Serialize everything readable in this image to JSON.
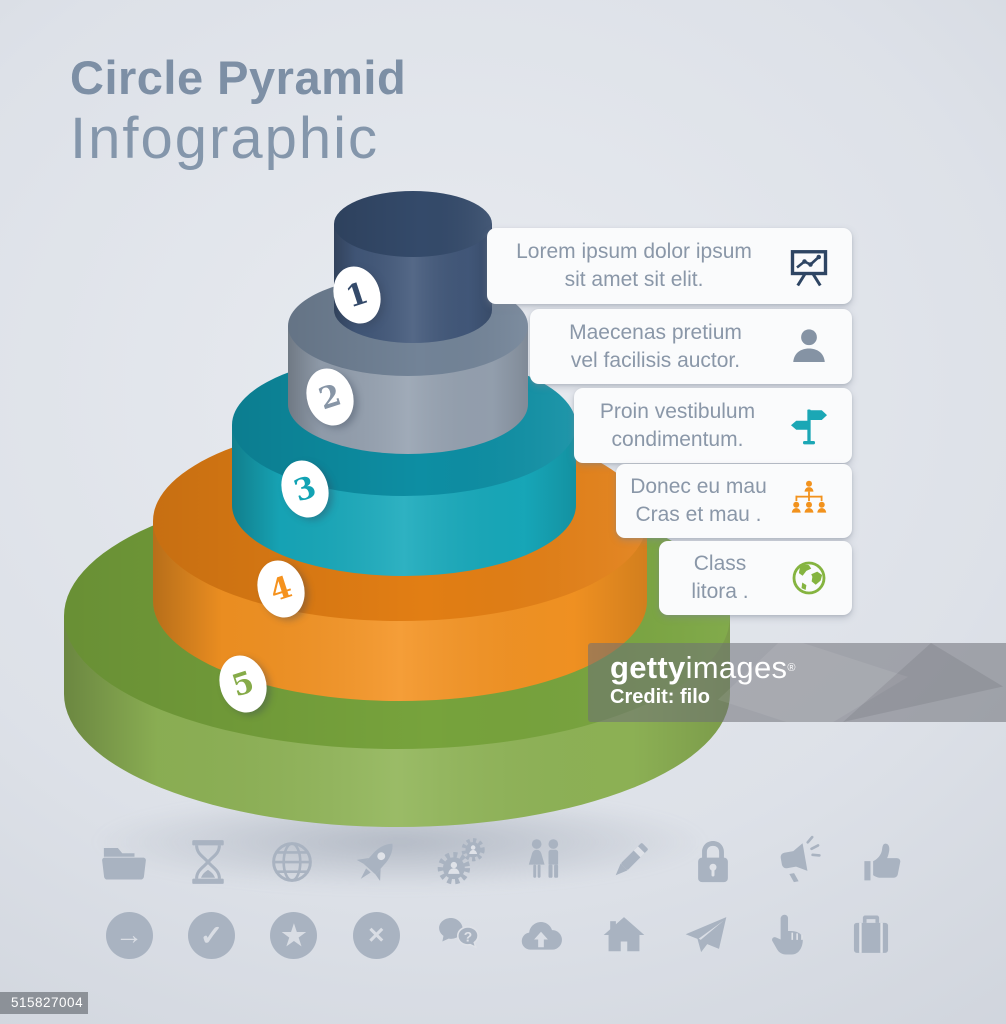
{
  "title": {
    "line1": "Circle Pyramid",
    "line2": "Infographic"
  },
  "pyramid": {
    "tiers": [
      {
        "number": "1",
        "label_line1": "Lorem ipsum dolor ipsum",
        "label_line2": "sit amet sit elit.",
        "icon": "presentation-chart-icon",
        "side_color": "#42587a",
        "top_color": "#344a6a",
        "number_color": "#344a6a",
        "icon_color": "#2e4563"
      },
      {
        "number": "2",
        "label_line1": "Maecenas pretium",
        "label_line2": "vel facilisis auctor.",
        "icon": "person-icon",
        "side_color": "#95a1b0",
        "top_color": "#728397",
        "number_color": "#8795a6",
        "icon_color": "#8593a4"
      },
      {
        "number": "3",
        "label_line1": "Proin vestibulum",
        "label_line2": "condimentum.",
        "icon": "signpost-icon",
        "side_color": "#17a9bb",
        "top_color": "#0d8ea3",
        "number_color": "#12a3b4",
        "icon_color": "#1ba7b5"
      },
      {
        "number": "4",
        "label_line1": "Donec eu mau",
        "label_line2": "Cras et mau .",
        "icon": "org-chart-icon",
        "side_color": "#f49322",
        "top_color": "#e27e14",
        "number_color": "#f5921e",
        "icon_color": "#f2921d"
      },
      {
        "number": "5",
        "label_line1": "Class",
        "label_line2": "litora .",
        "icon": "globe-icon",
        "side_color": "#8fb456",
        "top_color": "#77a33c",
        "number_color": "#86ab49",
        "icon_color": "#85b440"
      }
    ]
  },
  "watermark": {
    "brand_bold": "getty",
    "brand_regular": "images",
    "registered": "®",
    "credit": "Credit: filo"
  },
  "image_id": "515827004",
  "icon_rows": {
    "color": "#a9b3c1",
    "row1": [
      "folder-icon",
      "hourglass-icon",
      "globe-wireframe-icon",
      "rocket-icon",
      "gears-users-icon",
      "couple-icon",
      "pencil-icon",
      "padlock-icon",
      "megaphone-icon",
      "thumbs-up-icon"
    ],
    "row2": [
      "arrow-right-circle-icon",
      "check-circle-icon",
      "star-circle-icon",
      "close-circle-icon",
      "question-chat-icon",
      "cloud-upload-icon",
      "home-icon",
      "paper-plane-icon",
      "hand-cursor-icon",
      "briefcase-icon"
    ]
  },
  "circle_glyphs": {
    "arrow": "→",
    "check": "✓",
    "star": "★",
    "close": "×"
  },
  "colors": {
    "background": "#dde1e8",
    "title": "#7d8fa5",
    "card_text": "#8a97a8",
    "card_bg": "#fafbfc"
  }
}
